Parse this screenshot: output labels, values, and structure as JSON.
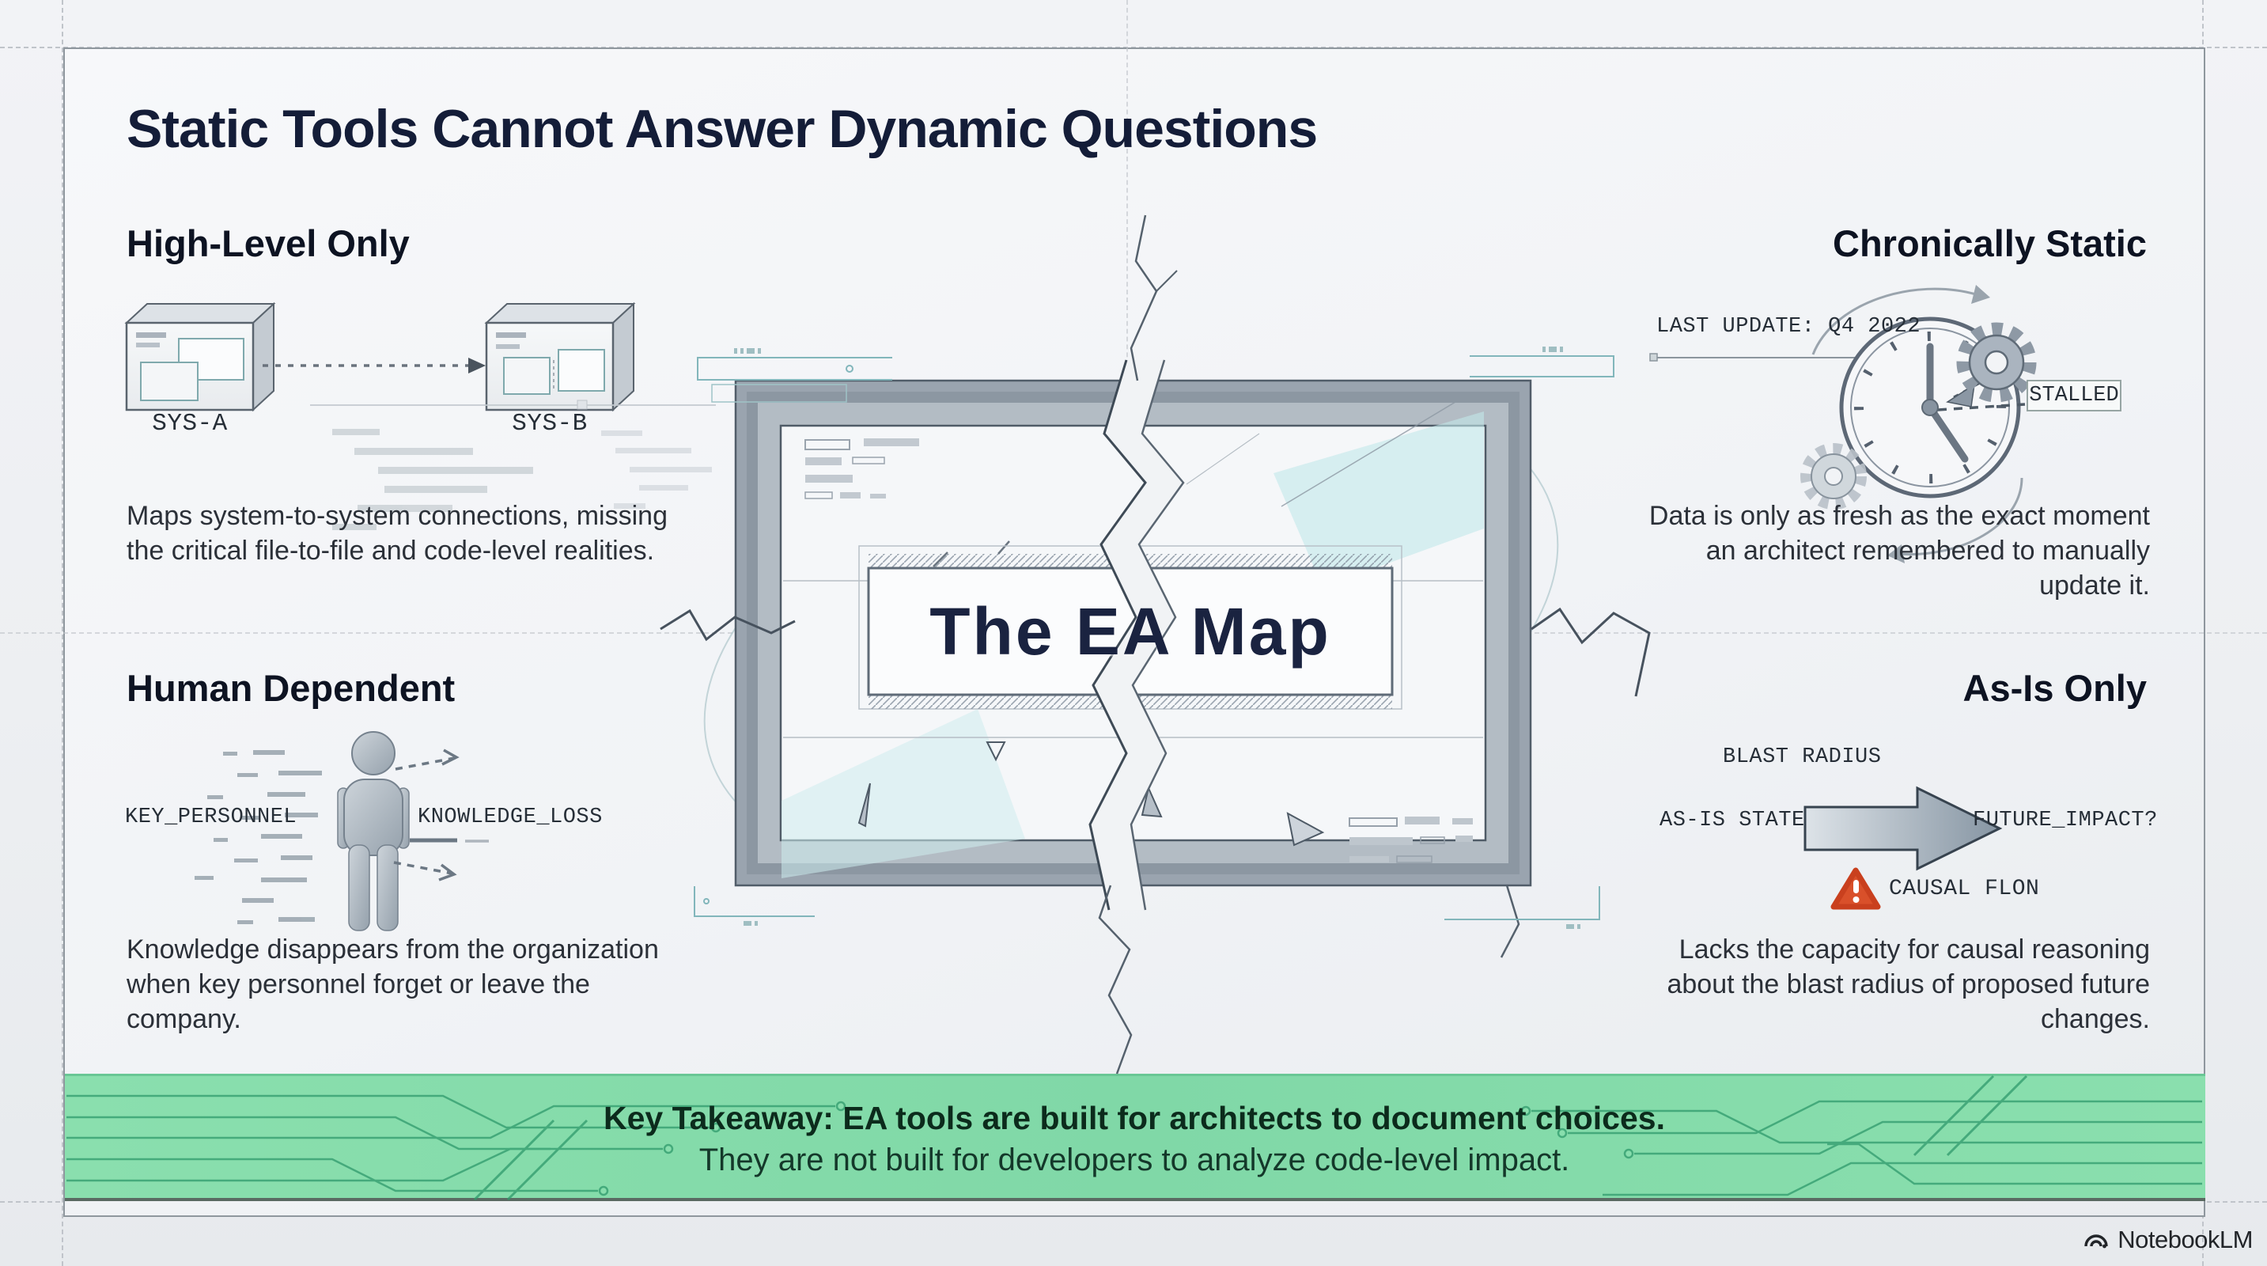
{
  "header": {
    "title": "Static Tools Cannot Answer Dynamic Questions"
  },
  "sections": {
    "high_level": {
      "heading": "High-Level Only",
      "sys_a_label": "SYS-A",
      "sys_b_label": "SYS-B",
      "body": "Maps system-to-system connections, missing the critical file-to-file and code-level realities."
    },
    "chronically_static": {
      "heading": "Chronically Static",
      "last_update_label": "LAST UPDATE: Q4 2022",
      "stalled_tag": "STALLED",
      "body": "Data is only as fresh as the exact moment an architect remembered to manually update it."
    },
    "human_dependent": {
      "heading": "Human Dependent",
      "key_personnel_label": "KEY_PERSONNEL",
      "knowledge_loss_label": "KNOWLEDGE_LOSS",
      "body": "Knowledge disappears from the organization when key personnel forget or leave the company."
    },
    "as_is_only": {
      "heading": "As-Is Only",
      "blast_radius_label": "BLAST RADIUS",
      "as_is_state_label": "AS-IS STATE",
      "future_impact_label": "FUTURE_IMPACT?",
      "causal_flow_label": "CAUSAL FLON",
      "body": "Lacks the capacity for causal reasoning about the blast radius of proposed future changes."
    }
  },
  "center": {
    "map_label": "The EA Map"
  },
  "takeaway": {
    "line1": "Key Takeaway: EA tools are built for architects to document choices.",
    "line2": "They are not built for developers to analyze code-level impact."
  },
  "footer": {
    "brand": "NotebookLM"
  },
  "icons": [
    "system-box-icon",
    "dashed-arrow-icon",
    "clock-icon",
    "gear-icon",
    "person-icon",
    "dissolve-fragment-pattern",
    "impact-arrow-icon",
    "warning-triangle-icon",
    "broken-frame-illustration",
    "crack-icon",
    "circuit-trace-pattern",
    "hud-bracket-icon",
    "notebooklm-logo-icon"
  ],
  "colors": {
    "accent_green": "#84dbaa",
    "circuit_green": "#2f9a6c",
    "navy": "#141d38",
    "frame_gray": "#9aa4af",
    "hud_teal": "#82b6bb",
    "warning_orange": "#d9502a"
  }
}
